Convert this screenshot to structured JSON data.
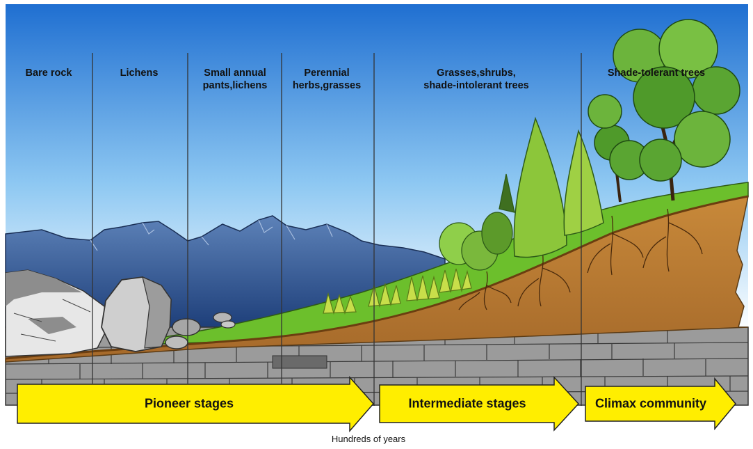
{
  "stages": [
    {
      "id": "bare-rock",
      "lines": [
        "Bare rock"
      ]
    },
    {
      "id": "lichens",
      "lines": [
        "Lichens"
      ]
    },
    {
      "id": "small-annual",
      "lines": [
        "Small annual",
        "pants,lichens"
      ]
    },
    {
      "id": "perennial",
      "lines": [
        "Perennial",
        "herbs,grasses"
      ]
    },
    {
      "id": "grasses-shrubs",
      "lines": [
        "Grasses,shrubs,",
        "shade-intolerant trees"
      ]
    },
    {
      "id": "shade-tolerant",
      "lines": [
        "Shade-tolerant trees"
      ]
    }
  ],
  "phases": {
    "pioneer": "Pioneer stages",
    "intermediate": "Intermediate stages",
    "climax": "Climax community"
  },
  "axis_caption": "Hundreds of years",
  "colors": {
    "sky_top": "#1f6fd1",
    "sky_bottom": "#ffffff",
    "mountain": "#2f5590",
    "soil": "#b5772e",
    "grass": "#6cbf2c",
    "rock_layer": "#9a9a9a",
    "arrow": "#ffee00",
    "tree_dark": "#3d7f25",
    "tree_light": "#88c23a"
  }
}
